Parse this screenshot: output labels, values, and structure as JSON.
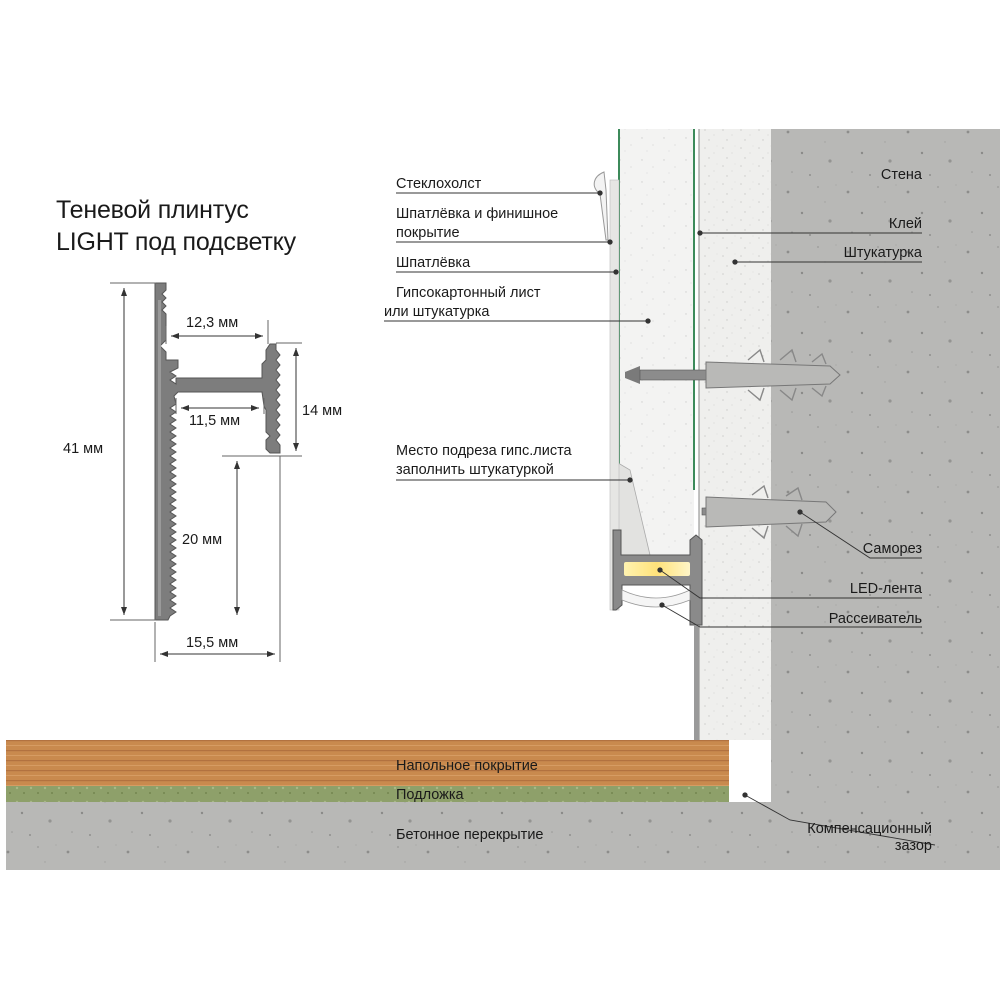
{
  "title": {
    "line1": "Теневой плинтус",
    "line2": "LIGHT под подсветку"
  },
  "dimensions": {
    "d_41": "41 мм",
    "d_12_3": "12,3 мм",
    "d_11_5": "11,5 мм",
    "d_14": "14 мм",
    "d_20": "20 мм",
    "d_15_5": "15,5 мм"
  },
  "labels_left": {
    "fiberglass": "Стеклохолст",
    "putty_finish_1": "Шпатлёвка и финишное",
    "putty_finish_2": "покрытие",
    "putty": "Шпатлёвка",
    "drywall_1": "Гипсокартонный лист",
    "drywall_2": "или штукатурка",
    "cut_1": "Место подреза гипс.листа",
    "cut_2": "заполнить штукатуркой"
  },
  "labels_right": {
    "wall": "Стена",
    "glue": "Клей",
    "plaster": "Штукатурка",
    "screw": "Саморез",
    "led": "LED-лента",
    "diffuser": "Рассеиватель",
    "gap_1": "Компенсационный",
    "gap_2": "зазор"
  },
  "labels_floor": {
    "flooring": "Напольное покрытие",
    "underlay": "Подложка",
    "slab": "Бетонное перекрытие"
  },
  "colors": {
    "concrete": "#b7b7b5",
    "plaster": "#ececea",
    "wood": "#c98a4e",
    "underlay": "#8ea06a",
    "glass_green": "#3c8a5a"
  }
}
